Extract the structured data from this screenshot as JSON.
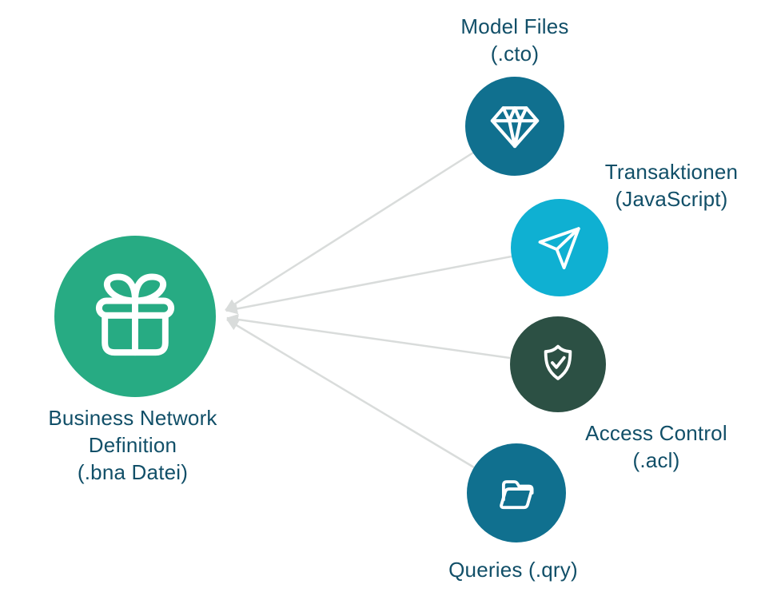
{
  "diagram": {
    "colors": {
      "background": "#FFFFFF",
      "center_green": "#27AB83",
      "teal": "#10708F",
      "cyan": "#0FB0D2",
      "dark_green": "#2C5044",
      "text": "#114F68",
      "connector": "#D9DCDB",
      "icon_stroke": "#FFFFFF"
    },
    "center_node": {
      "id": "business-network-definition",
      "icon": "gift-icon",
      "color_key": "center_green",
      "label_lines": [
        "Business Network",
        "Definition",
        "(.bna Datei)"
      ]
    },
    "nodes": [
      {
        "id": "model-files",
        "icon": "diamond-icon",
        "color_key": "teal",
        "label_lines": [
          "Model Files",
          "(.cto)"
        ]
      },
      {
        "id": "transaktionen",
        "icon": "paper-plane-icon",
        "color_key": "cyan",
        "label_lines": [
          "Transaktionen",
          "(JavaScript)"
        ]
      },
      {
        "id": "access-control",
        "icon": "shield-check-icon",
        "color_key": "dark_green",
        "label_lines": [
          "Access Control",
          "(.acl)"
        ]
      },
      {
        "id": "queries",
        "icon": "folder-icon",
        "color_key": "teal",
        "label_lines": [
          "Queries (.qry)"
        ]
      }
    ],
    "connectors": {
      "count": 4,
      "arrow_direction": "toward-center-node"
    }
  }
}
